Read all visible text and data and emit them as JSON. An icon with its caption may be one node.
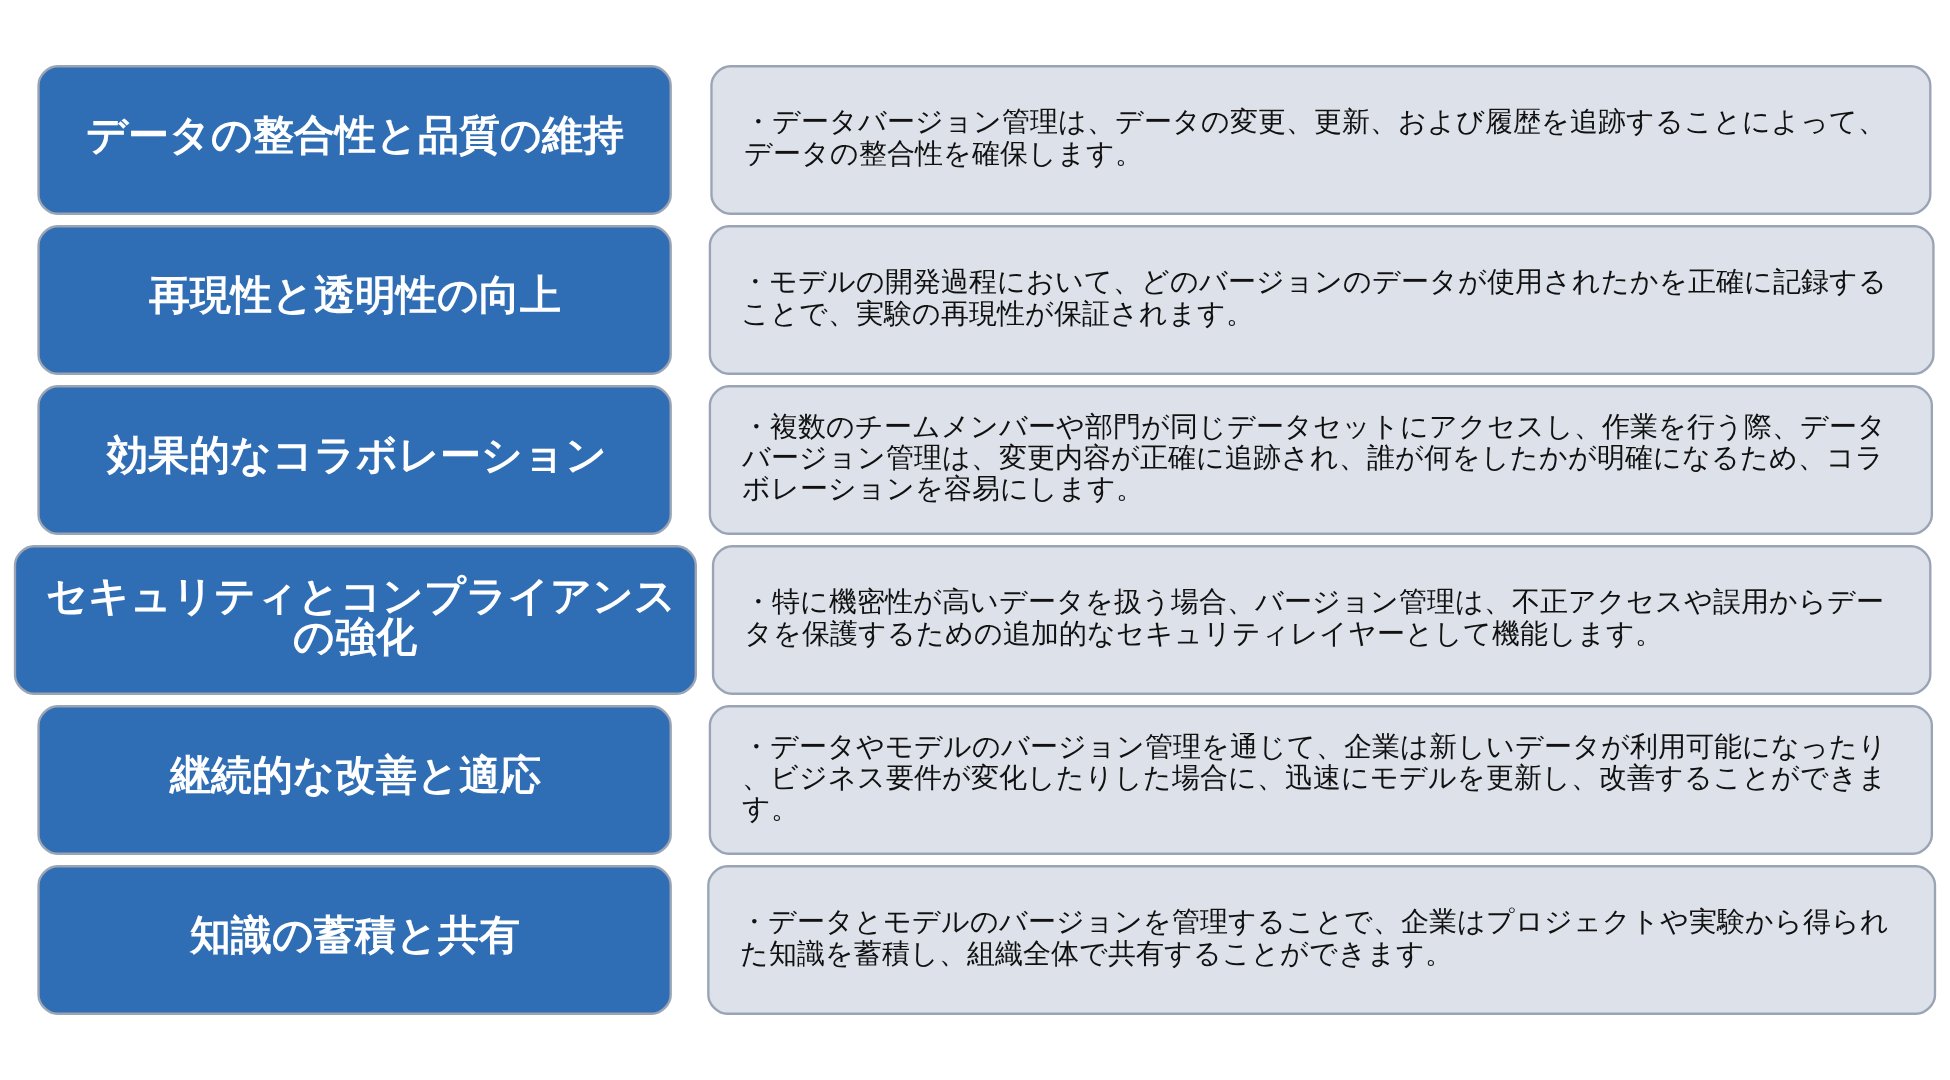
{
  "diagram": {
    "nodes": [
      {
        "text": [
          "データの整合性と品質の維持"
        ]
      },
      {
        "text": [
          "・データバージョン管理は、データの変更、更新、および履歴を追跡することによって、データの整合性を確保します。"
        ]
      },
      {
        "text": [
          "再現性と透明性の向上"
        ]
      },
      {
        "text": [
          "・モデルの開発過程において、どのバージョンのデータが使用されたかを正確に記録することで、実験の再現性が保証されます。"
        ]
      },
      {
        "text": [
          "効果的なコラボレーション"
        ]
      },
      {
        "text": [
          "・複数のチームメンバーや部門が同じデータセットにアクセスし、作業を行う際、データバージョン管理は、変更内容が正確に追跡され、誰が何をしたかが明確になるため、コラボレーションを容易にします。"
        ]
      },
      {
        "text": [
          "セキュリティとコンプライアンスの強化"
        ]
      },
      {
        "text": [
          "・特に機密性が高いデータを扱う場合、バージョン管理は、不正アクセスや誤用からデータを保護するための追加的なセキュリティレイヤーとして機能します。"
        ]
      },
      {
        "text": [
          "継続的な改善と適応"
        ]
      },
      {
        "text": [
          "・データやモデルのバージョン管理を通じて、企業は新しいデータが利用可能になったり、ビジネス要件が変化したりした場合に、迅速にモデルを更新し、改善することができます。"
        ]
      },
      {
        "text": [
          "知識の蓄積と共有"
        ]
      },
      {
        "text": [
          "・データとモデルのバージョンを管理することで、企業はプロジェクトや実験から得られた知識を蓄積し、組織全体で共有することができます。"
        ]
      }
    ]
  }
}
